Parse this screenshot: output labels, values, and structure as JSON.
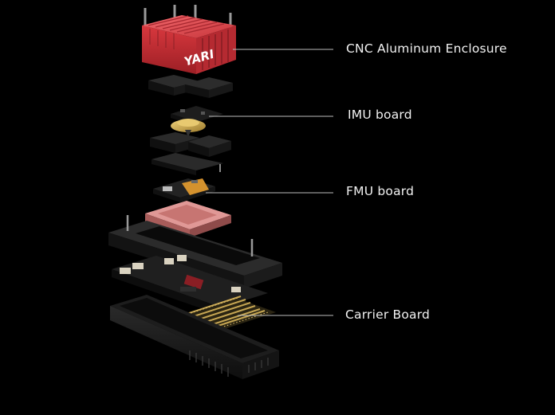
{
  "callouts": {
    "enclosure": "CNC Aluminum Enclosure",
    "imu": "IMU board",
    "fmu": "FMU board",
    "carrier": "Carrier Board"
  },
  "enclosure_logo": "YARI",
  "colors": {
    "background": "#000000",
    "enclosure_red": "#d83a3f",
    "pcb_black": "#1c1c1c",
    "pcb_pink": "#d98a8a",
    "gold": "#c9a24a",
    "leader_line": "#bdbdbd",
    "label_text": "#f2f2f2"
  }
}
